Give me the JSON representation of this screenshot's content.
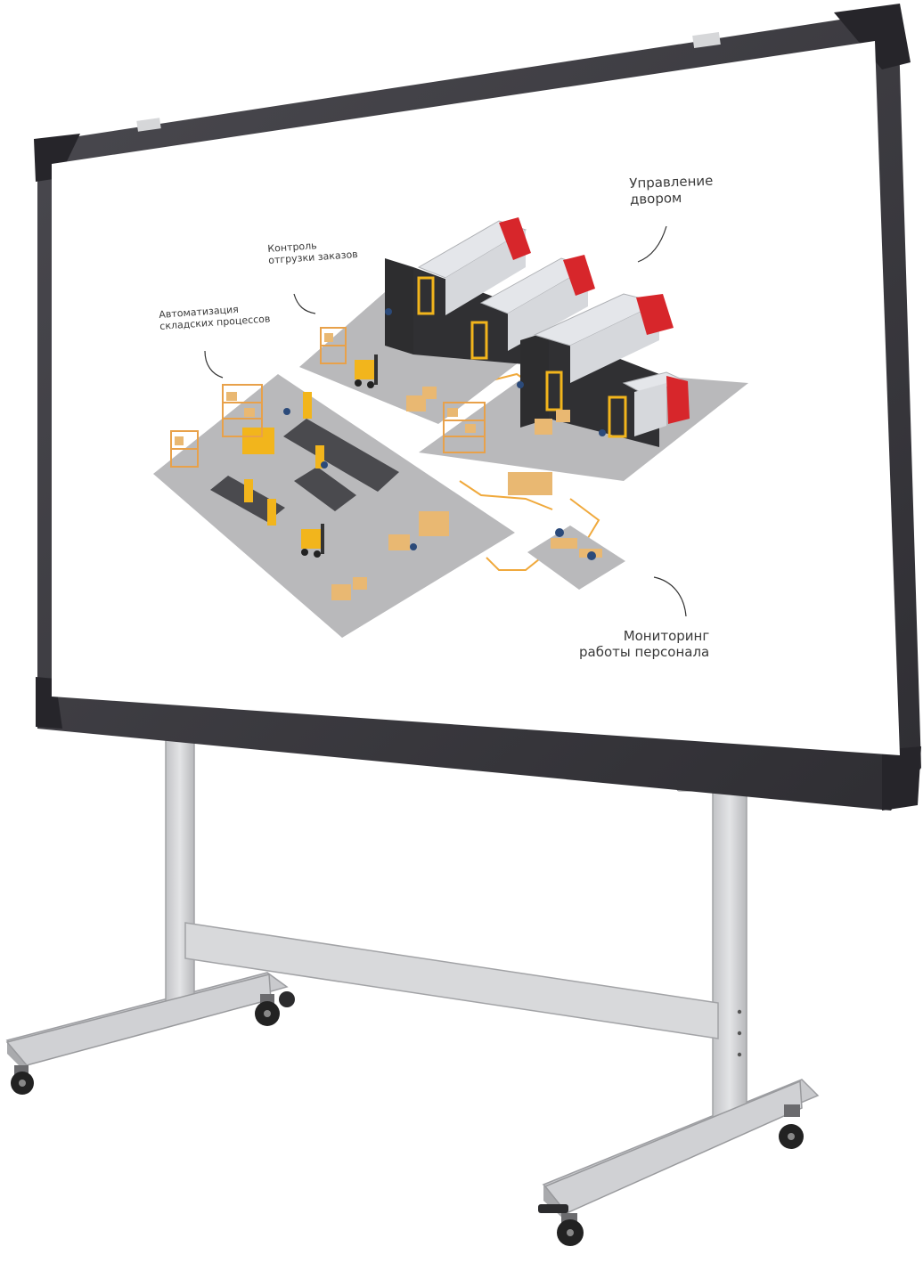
{
  "labels": {
    "yard": [
      "Управление",
      "двором"
    ],
    "shipping": [
      "Контроль",
      "отгрузки заказов"
    ],
    "automation": [
      "Автоматизация",
      "складских процессов"
    ],
    "monitoring": [
      "Мониторинг",
      "работы персонала"
    ]
  },
  "colors": {
    "frame": "#3c3b40",
    "screen": "#ffffff",
    "floor": "#b9b9bb",
    "dock_wall": "#2d2d2f",
    "truck_cab": "#d7262b",
    "trailer": "#e4e6ea",
    "crate": "#e9b872",
    "equipment": "#f2b51c",
    "stand": "#d3d4d6",
    "wheel": "#222222"
  }
}
